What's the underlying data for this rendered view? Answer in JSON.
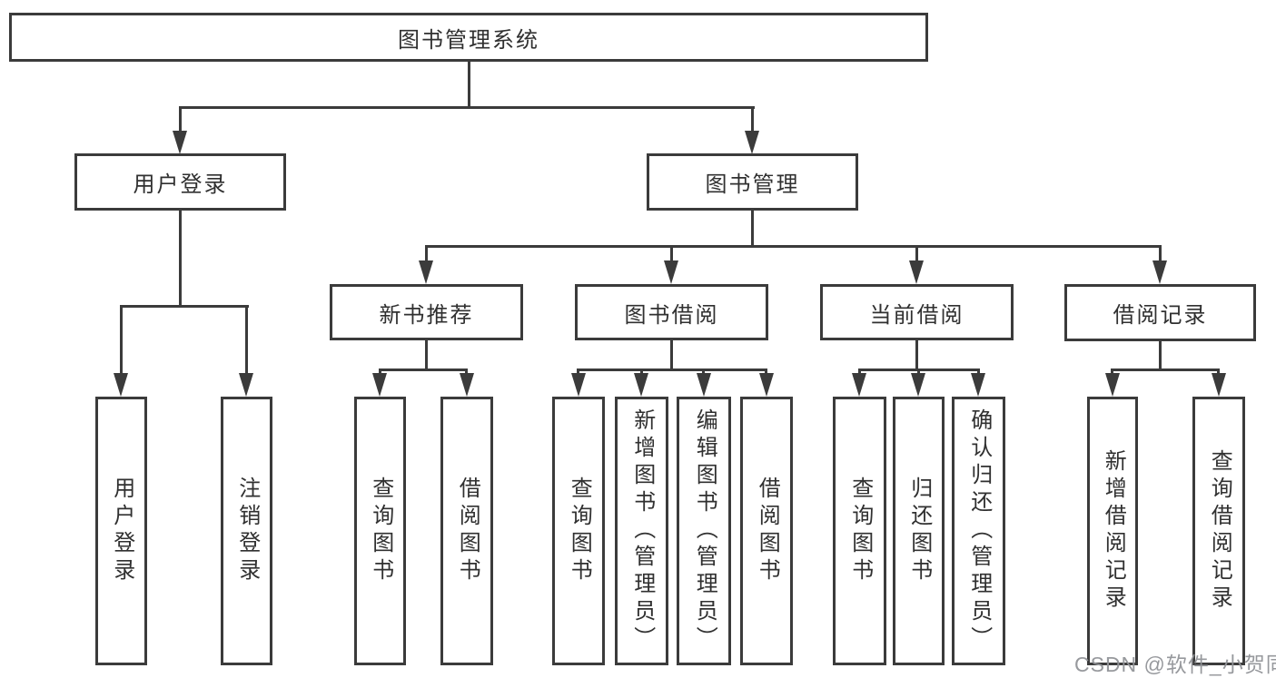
{
  "diagram_type": "hierarchy-tree",
  "colors": {
    "line": "#3b3b3b",
    "text": "#303030",
    "background": "#ffffff",
    "watermark": "#919498"
  },
  "tree": {
    "label": "图书管理系统",
    "children": [
      {
        "label": "用户登录",
        "children": [
          {
            "label": "用户登录"
          },
          {
            "label": "注销登录"
          }
        ]
      },
      {
        "label": "图书管理",
        "children": [
          {
            "label": "新书推荐",
            "children": [
              {
                "label": "查询图书"
              },
              {
                "label": "借阅图书"
              }
            ]
          },
          {
            "label": "图书借阅",
            "children": [
              {
                "label": "查询图书"
              },
              {
                "label": "新增图书（管理员）"
              },
              {
                "label": "编辑图书（管理员）"
              },
              {
                "label": "借阅图书"
              }
            ]
          },
          {
            "label": "当前借阅",
            "children": [
              {
                "label": "查询图书"
              },
              {
                "label": "归还图书"
              },
              {
                "label": "确认归还（管理员）"
              }
            ]
          },
          {
            "label": "借阅记录",
            "children": [
              {
                "label": "新增借阅记录"
              },
              {
                "label": "查询借阅记录"
              }
            ]
          }
        ]
      }
    ]
  },
  "watermark": {
    "text": "CSDN @软件_小贺同学"
  }
}
